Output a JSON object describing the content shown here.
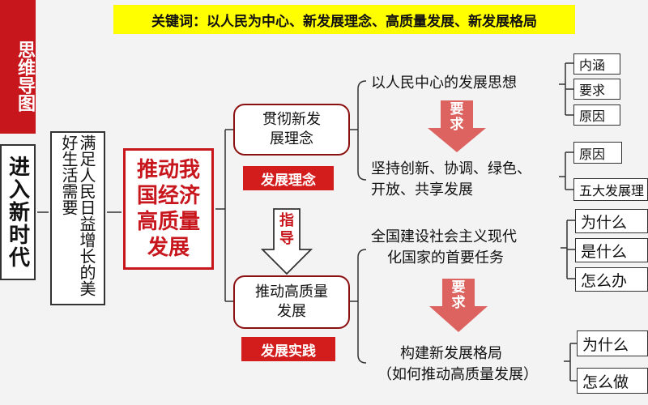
{
  "keywords_banner": "关键词：以人民为中心、新发展理念、高质量发展、新发展格局",
  "side_tag": "思维导图",
  "era_box": "进入新时代",
  "needs_box": "满足人民日益增长的美好生活需要",
  "center_box": "推动我国经济高质量发展",
  "branch_top": {
    "box": "贯彻新发展理念",
    "label": "发展理念"
  },
  "branch_bottom": {
    "box": "推动高质量发展",
    "label": "发展实践"
  },
  "guide_arrow": "指导",
  "topics": {
    "t1": "以人民中心的发展思想",
    "t1_leaves": [
      "内涵",
      "要求",
      "原因"
    ],
    "arrow1": "要求",
    "t2_line1": "坚持创新、协调、绿色、",
    "t2_line2": "开放、共享发展",
    "t2_leaves": [
      "原因",
      "五大发展理"
    ],
    "t3_line1": "全国建设社会主义现代",
    "t3_line2": "化国家的首要任务",
    "t3_leaves": [
      "为什么",
      "是什么",
      "怎么办"
    ],
    "arrow2": "要求",
    "t4_line1": "构建新发展格局",
    "t4_line2": "（如何推动高质量发展）",
    "t4_leaves": [
      "为什么",
      "怎么做"
    ]
  },
  "colors": {
    "accent_red": "#c8161d",
    "banner_yellow": "#ffff00",
    "arrow_fill": "#d9534f"
  }
}
